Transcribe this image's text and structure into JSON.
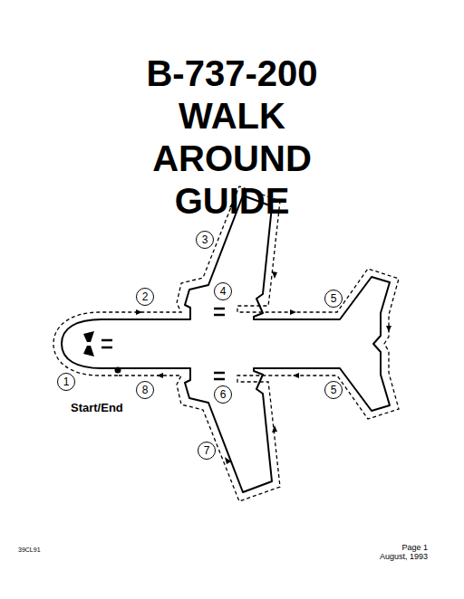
{
  "diagram": {
    "title": "B-737-200 WALK AROUND GUIDE",
    "labels": [
      "1",
      "2",
      "3",
      "4",
      "5",
      "5",
      "6",
      "7",
      "8",
      "Start/End",
      "39CL91",
      "Page 1",
      "August, 1993"
    ]
  }
}
